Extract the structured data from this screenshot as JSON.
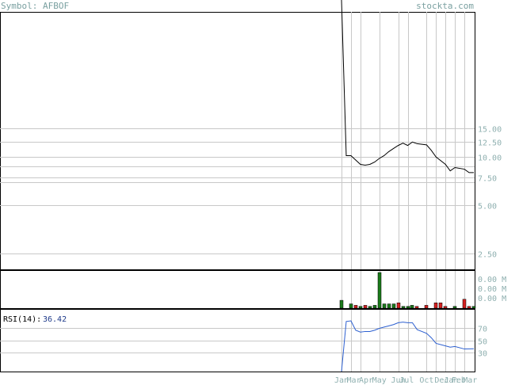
{
  "header": {
    "symbol_label": "Symbol: AFBOF",
    "site": "stockta.com"
  },
  "rsi_indicator": {
    "label": "RSI(14):",
    "value": "36.42"
  },
  "colors": {
    "grid": "#c8c8c8",
    "price_line": "#000000",
    "rsi_line": "#2c5fd0",
    "volume_up": "#1a7a1a",
    "volume_down": "#d42020",
    "axis_text": "#8fb0b0",
    "header_text": "#7aa0a0"
  },
  "chart_data": [
    {
      "type": "line",
      "name": "price",
      "y_ticks": [
        15.0,
        12.5,
        10.0,
        7.5,
        5.0,
        2.5
      ],
      "y_tick_labels": [
        "15.00",
        "12.50",
        "10.00",
        "7.50",
        "5.00",
        "2.50"
      ],
      "x_labels": [
        "Jan",
        "Mar",
        "Apr",
        "May",
        "Jun",
        "Jul",
        "Oct",
        "Dec",
        "Jan",
        "Feb",
        "Mar"
      ],
      "x": [
        0,
        1,
        2,
        3,
        4,
        5,
        6,
        7,
        8,
        9,
        10,
        11,
        12,
        13,
        14,
        15,
        16,
        17,
        18,
        19,
        20,
        21,
        22,
        23,
        24
      ],
      "values": [
        null,
        null,
        null,
        null,
        null,
        null,
        null,
        null,
        null,
        null,
        null,
        null,
        null,
        null,
        null,
        null,
        null,
        null,
        null,
        null,
        null,
        null,
        null,
        null,
        null
      ],
      "series": [
        {
          "points": [
            [
              "2007-01",
              80.0
            ],
            [
              "2007-01",
              10.2
            ],
            [
              "2007-02",
              10.2
            ],
            [
              "2007-03",
              9.0
            ],
            [
              "2007-03",
              8.9
            ],
            [
              "2007-04",
              9.0
            ],
            [
              "2007-04",
              9.3
            ],
            [
              "2007-05",
              9.8
            ],
            [
              "2007-05",
              10.2
            ],
            [
              "2007-06",
              10.8
            ],
            [
              "2007-06",
              11.3
            ],
            [
              "2007-07",
              11.8
            ],
            [
              "2007-07",
              12.2
            ],
            [
              "2007-08",
              11.8
            ],
            [
              "2007-08",
              12.4
            ],
            [
              "2007-09",
              12.1
            ],
            [
              "2007-10",
              11.9
            ],
            [
              "2007-10",
              11.0
            ],
            [
              "2007-11",
              10.0
            ],
            [
              "2007-12",
              9.0
            ],
            [
              "2007-12",
              8.2
            ],
            [
              "2008-01",
              8.6
            ],
            [
              "2008-02",
              8.4
            ],
            [
              "2008-02",
              8.0
            ],
            [
              "2008-03",
              8.0
            ]
          ]
        }
      ],
      "ylim": [
        2.0,
        80.0
      ],
      "scale": "log",
      "grid": true
    },
    {
      "type": "bar",
      "name": "volume",
      "y_tick_labels": [
        "0.00 M",
        "0.00 M",
        "0.00 M"
      ],
      "bars": [
        {
          "x": "2007-01",
          "value": 0.22,
          "dir": "up"
        },
        {
          "x": "2007-02",
          "value": 0.12,
          "dir": "up"
        },
        {
          "x": "2007-02",
          "value": 0.08,
          "dir": "down"
        },
        {
          "x": "2007-03",
          "value": 0.05,
          "dir": "up"
        },
        {
          "x": "2007-03",
          "value": 0.08,
          "dir": "down"
        },
        {
          "x": "2007-04",
          "value": 0.05,
          "dir": "up"
        },
        {
          "x": "2007-04",
          "value": 0.08,
          "dir": "up"
        },
        {
          "x": "2007-05",
          "value": 1.0,
          "dir": "up"
        },
        {
          "x": "2007-05",
          "value": 0.12,
          "dir": "up"
        },
        {
          "x": "2007-06",
          "value": 0.12,
          "dir": "up"
        },
        {
          "x": "2007-06",
          "value": 0.12,
          "dir": "up"
        },
        {
          "x": "2007-07",
          "value": 0.15,
          "dir": "down"
        },
        {
          "x": "2007-07",
          "value": 0.05,
          "dir": "up"
        },
        {
          "x": "2007-08",
          "value": 0.05,
          "dir": "up"
        },
        {
          "x": "2007-08",
          "value": 0.08,
          "dir": "up"
        },
        {
          "x": "2007-09",
          "value": 0.05,
          "dir": "down"
        },
        {
          "x": "2007-10",
          "value": 0.08,
          "dir": "down"
        },
        {
          "x": "2007-11",
          "value": 0.15,
          "dir": "down"
        },
        {
          "x": "2007-11",
          "value": 0.15,
          "dir": "down"
        },
        {
          "x": "2007-12",
          "value": 0.05,
          "dir": "down"
        },
        {
          "x": "2008-01",
          "value": 0.05,
          "dir": "up"
        },
        {
          "x": "2008-02",
          "value": 0.25,
          "dir": "down"
        },
        {
          "x": "2008-02",
          "value": 0.05,
          "dir": "down"
        },
        {
          "x": "2008-03",
          "value": 0.05,
          "dir": "up"
        }
      ],
      "ylim": [
        0,
        1.0
      ]
    },
    {
      "type": "line",
      "name": "rsi",
      "y_ticks": [
        70,
        50,
        30
      ],
      "y_tick_labels": [
        "70",
        "50",
        "30"
      ],
      "points": [
        [
          "2007-01",
          0
        ],
        [
          "2007-01",
          80
        ],
        [
          "2007-02",
          81
        ],
        [
          "2007-02",
          66
        ],
        [
          "2007-03",
          63
        ],
        [
          "2007-03",
          64
        ],
        [
          "2007-04",
          64
        ],
        [
          "2007-04",
          66
        ],
        [
          "2007-05",
          69
        ],
        [
          "2007-05",
          71
        ],
        [
          "2007-06",
          73
        ],
        [
          "2007-06",
          75
        ],
        [
          "2007-07",
          78
        ],
        [
          "2007-07",
          79
        ],
        [
          "2007-08",
          78
        ],
        [
          "2007-08",
          78
        ],
        [
          "2007-09",
          67
        ],
        [
          "2007-10",
          61
        ],
        [
          "2007-10",
          54
        ],
        [
          "2007-11",
          45
        ],
        [
          "2007-12",
          41
        ],
        [
          "2007-12",
          39
        ],
        [
          "2008-01",
          40
        ],
        [
          "2008-02",
          36
        ],
        [
          "2008-03",
          36.42
        ]
      ],
      "ylim": [
        0,
        100
      ]
    }
  ]
}
